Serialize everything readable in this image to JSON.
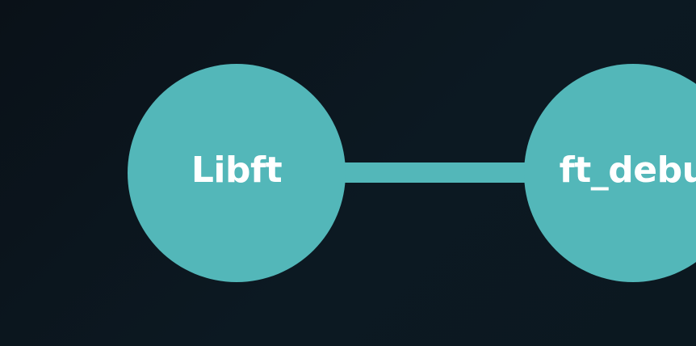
{
  "diagram": {
    "nodes": [
      {
        "id": "libft",
        "label": "Libft"
      },
      {
        "id": "ft_debug",
        "label": "ft_debu"
      }
    ],
    "edges": [
      {
        "from": "libft",
        "to": "ft_debug"
      }
    ]
  },
  "colors": {
    "background": "#0b141c",
    "node_fill": "#53b7b9",
    "node_text": "#ffffff",
    "edge": "#53b7b9"
  }
}
